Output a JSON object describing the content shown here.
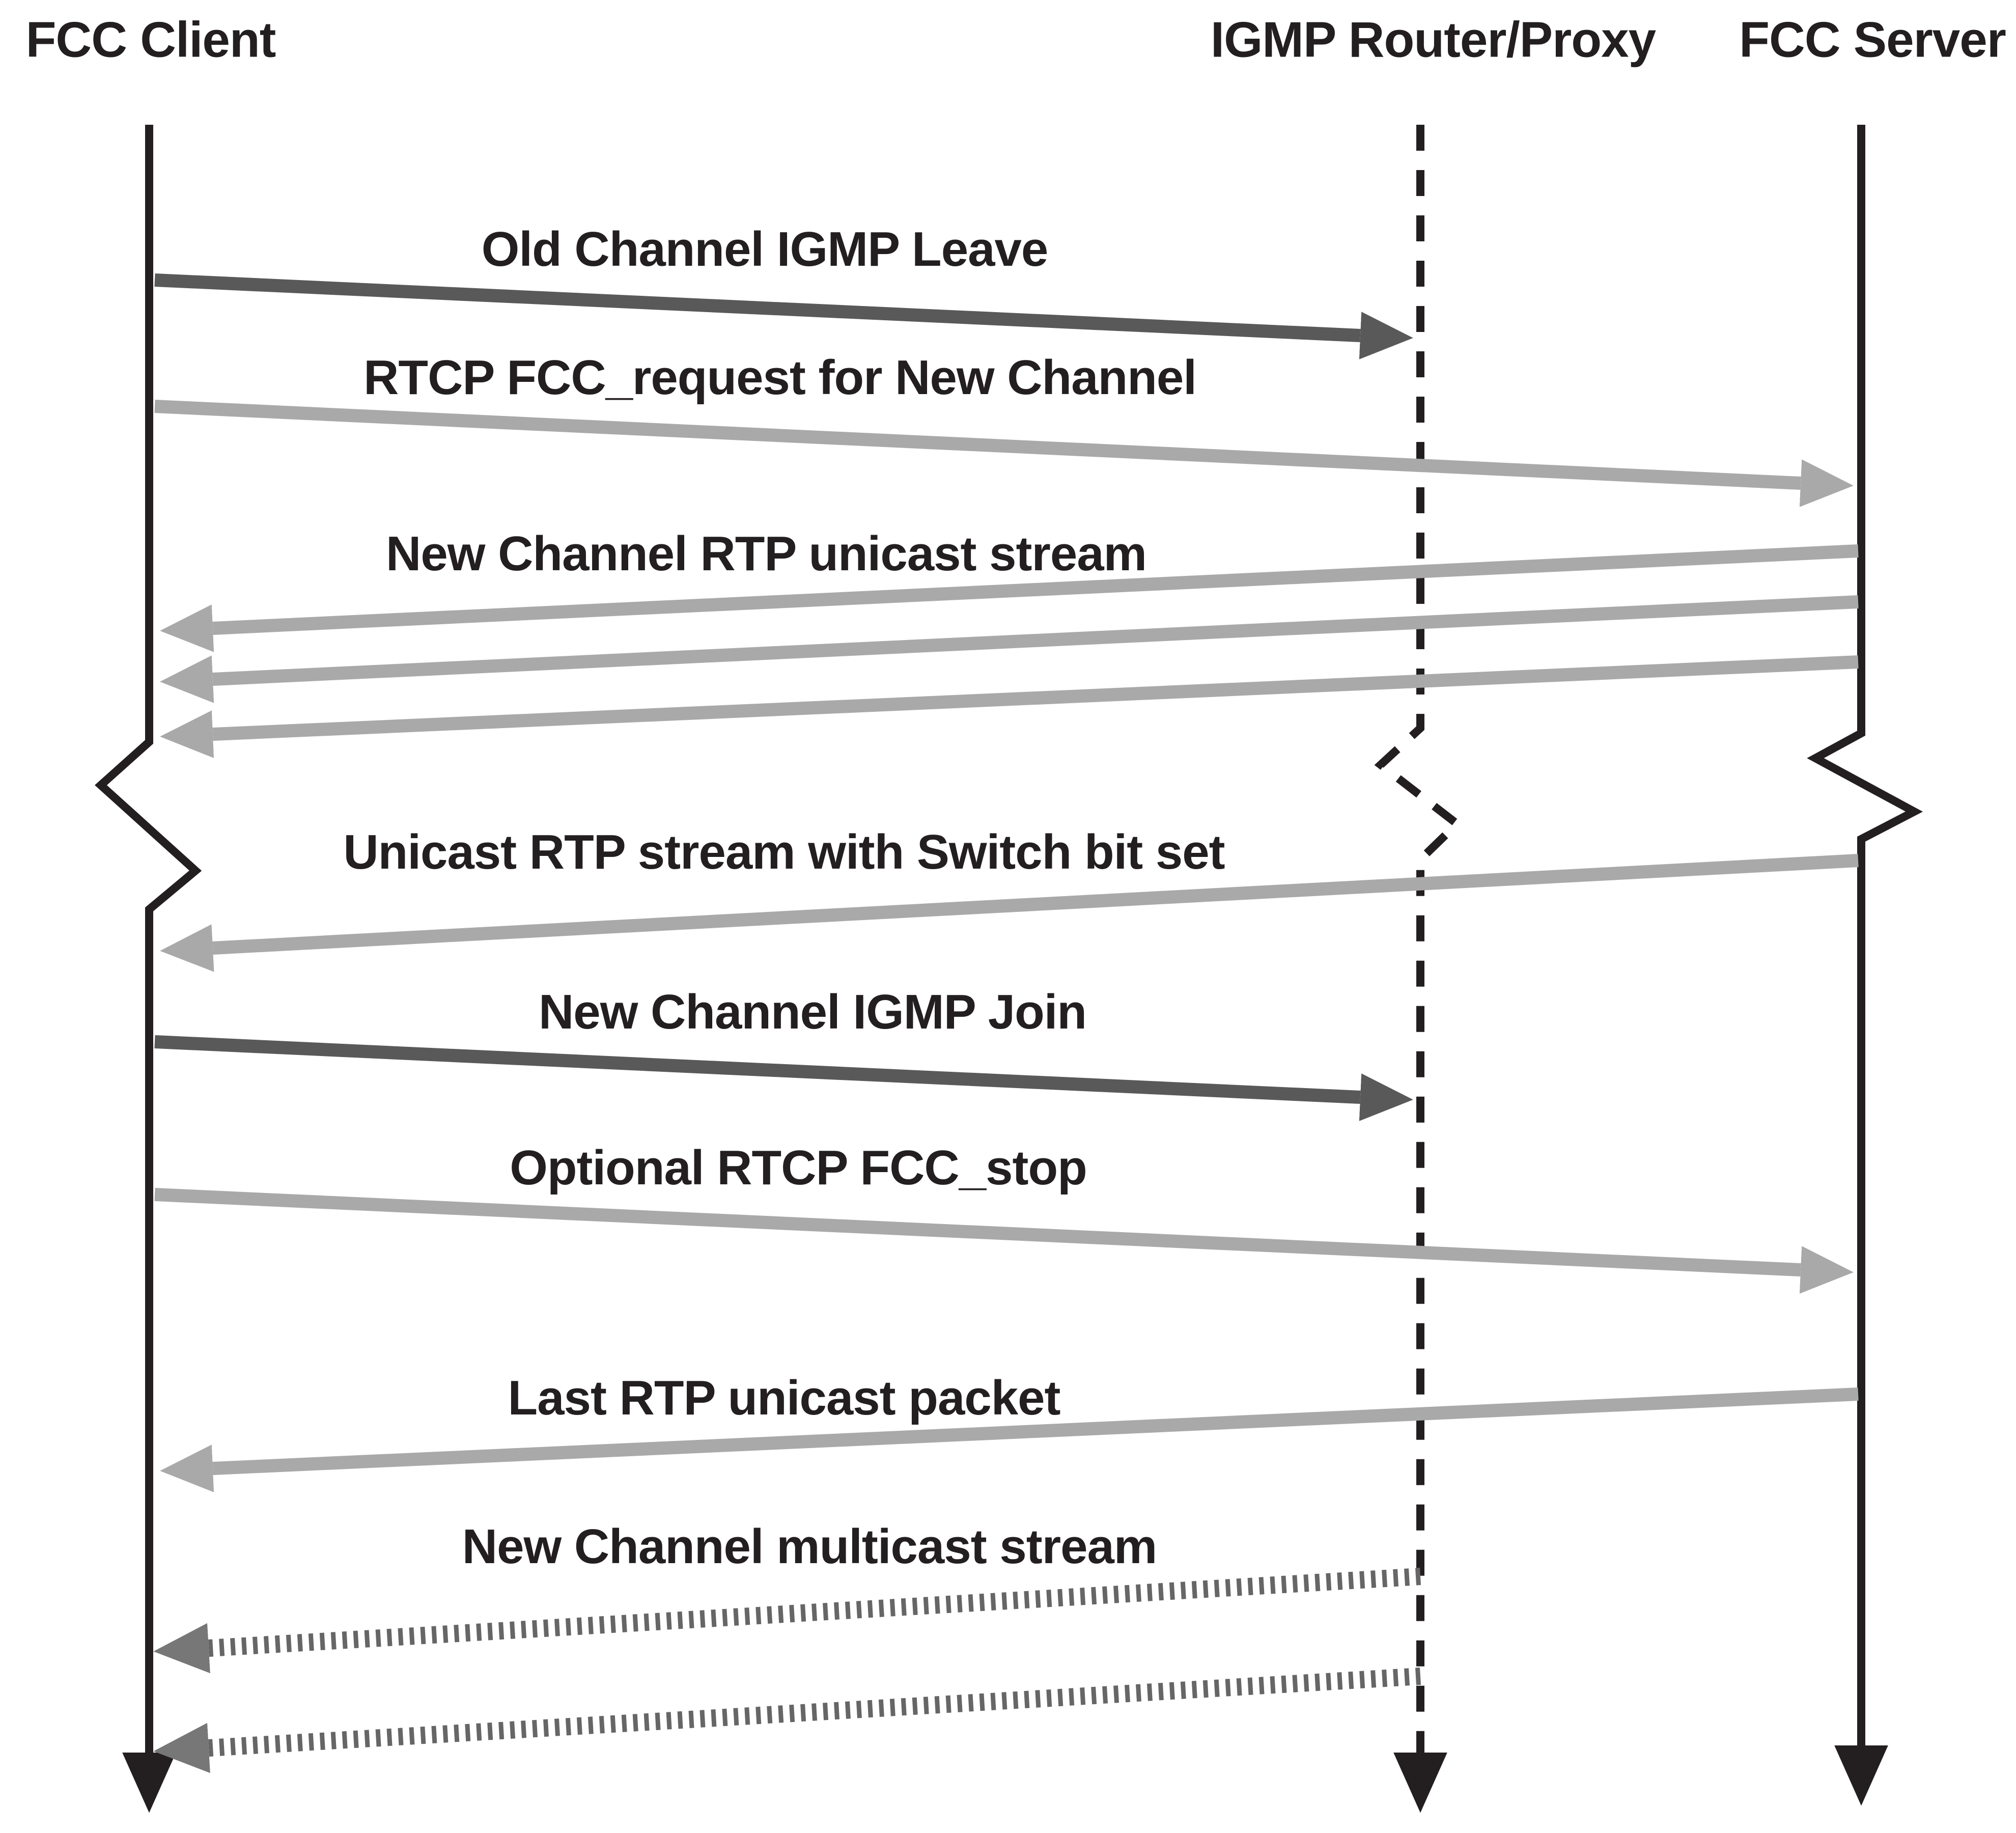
{
  "diagram": {
    "type": "sequence-diagram",
    "participants": [
      {
        "id": "fcc-client",
        "name": "FCC Client",
        "lifeline_style": "solid"
      },
      {
        "id": "igmp-router-proxy",
        "name": "IGMP Router/Proxy",
        "lifeline_style": "dashed"
      },
      {
        "id": "fcc-server",
        "name": "FCC Server",
        "lifeline_style": "solid"
      }
    ],
    "messages": [
      {
        "label": "Old Channel IGMP Leave",
        "from": "FCC Client",
        "to": "IGMP Router/Proxy",
        "style": "solid-dark",
        "arrow_count": 1
      },
      {
        "label": "RTCP FCC_request for New Channel",
        "from": "FCC Client",
        "to": "FCC Server",
        "style": "solid-light",
        "arrow_count": 1
      },
      {
        "label": "New Channel RTP unicast stream",
        "from": "FCC Server",
        "to": "FCC Client",
        "style": "solid-light",
        "arrow_count": 3
      },
      {
        "label": "Unicast RTP stream with Switch bit set",
        "from": "FCC Server",
        "to": "FCC Client",
        "style": "solid-light",
        "arrow_count": 1
      },
      {
        "label": "New Channel IGMP Join",
        "from": "FCC Client",
        "to": "IGMP Router/Proxy",
        "style": "solid-dark",
        "arrow_count": 1
      },
      {
        "label": "Optional RTCP FCC_stop",
        "from": "FCC Client",
        "to": "FCC Server",
        "style": "solid-light",
        "arrow_count": 1
      },
      {
        "label": "Last RTP unicast packet",
        "from": "FCC Server",
        "to": "FCC Client",
        "style": "solid-light",
        "arrow_count": 1
      },
      {
        "label": "New Channel multicast stream",
        "from": "IGMP Router/Proxy",
        "to": "FCC Client",
        "style": "dotted",
        "arrow_count": 2
      }
    ],
    "time_break": {
      "present": true,
      "on_lifelines": [
        "FCC Client",
        "IGMP Router/Proxy",
        "FCC Server"
      ]
    },
    "colors": {
      "background": "#ffffff",
      "lifeline": "#231f20",
      "text": "#231f20",
      "arrow_dark": "#595959",
      "arrow_light": "#a9a9a9",
      "arrow_dotted": "#666666",
      "arrow_dotted_head": "#777777"
    }
  }
}
